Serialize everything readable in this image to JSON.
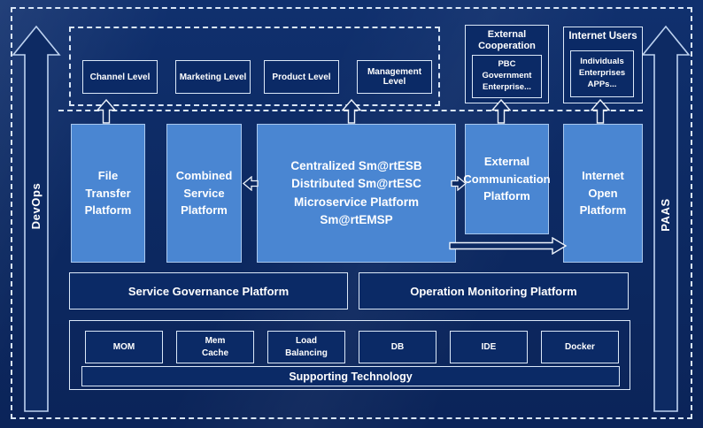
{
  "diagram": {
    "side_rails": {
      "devops_label": "DevOps",
      "paas_label": "PAAS"
    },
    "levels": {
      "channel": "Channel Level",
      "marketing": "Marketing Level",
      "product": "Product Level",
      "management": "Management Level"
    },
    "external_cooperation": {
      "title": "External Cooperation",
      "members": "PBC Government Enterprise..."
    },
    "internet_users": {
      "title": "Internet Users",
      "members": "Individuals Enterprises APPs..."
    },
    "platforms": {
      "file_transfer": "File Transfer Platform",
      "combined_service": "Combined Service Platform",
      "central_line1": "Centralized Sm@rtESB",
      "central_line2": "Distributed Sm@rtESC",
      "central_line3": "Microservice Platform Sm@rtEMSP",
      "external_communication": "External Communication Platform",
      "internet_open": "Internet Open Platform"
    },
    "governance": {
      "service_governance": "Service Governance Platform",
      "operation_monitoring": "Operation Monitoring Platform"
    },
    "technologies": {
      "mom": "MOM",
      "mem_cache": "Mem Cache",
      "load_balancing": "Load Balancing",
      "db": "DB",
      "ide": "IDE",
      "docker": "Docker",
      "supporting": "Supporting Technology"
    },
    "colors": {
      "background": "#0d2a63",
      "light_box": "#4a86d2",
      "dark_box": "#0b2a66",
      "line": "#d9e6f7",
      "text": "#ffffff"
    }
  }
}
